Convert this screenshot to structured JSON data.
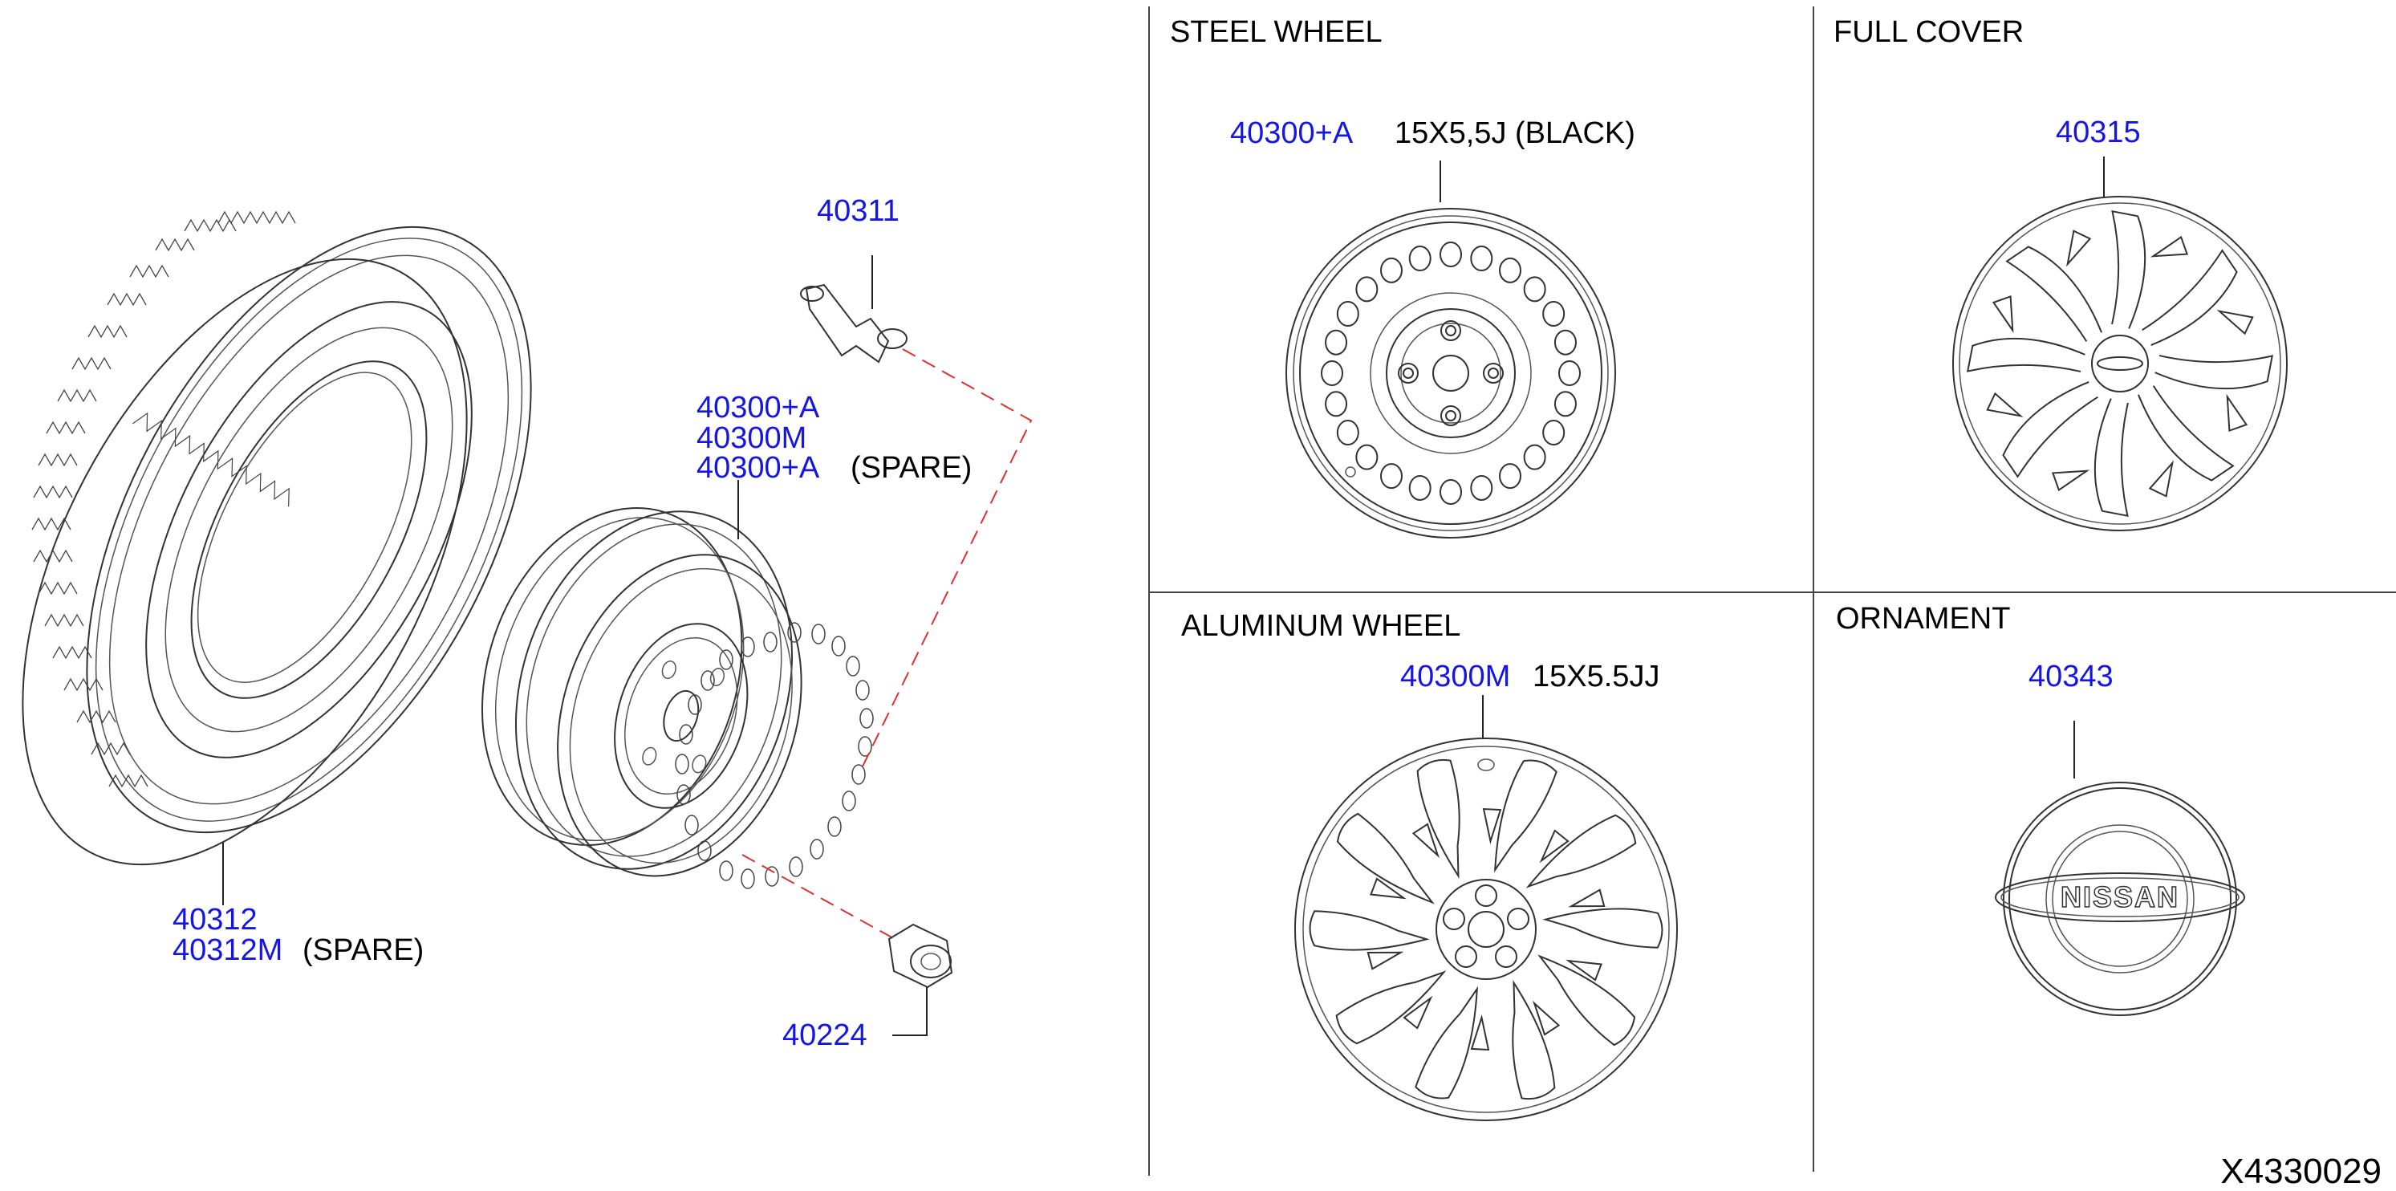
{
  "panels": {
    "steel_wheel": {
      "title": "STEEL WHEEL",
      "part": "40300+A",
      "spec": "15X5,5J (BLACK)"
    },
    "full_cover": {
      "title": "FULL COVER",
      "part": "40315"
    },
    "aluminum_wheel": {
      "title": "ALUMINUM WHEEL",
      "part": "40300M",
      "spec": "15X5.5JJ"
    },
    "ornament": {
      "title": "ORNAMENT",
      "part": "40343",
      "logo_text": "NISSAN"
    }
  },
  "exploded": {
    "valve": "40311",
    "wheel_parts": [
      "40300+A",
      "40300M",
      "40300+A"
    ],
    "wheel_spare_note": "(SPARE)",
    "tire_parts": [
      "40312",
      "40312M"
    ],
    "tire_spare_note": "(SPARE)",
    "nut": "40224"
  },
  "diagram_id": "X4330029",
  "colors": {
    "part_number": "#1515e6",
    "leader_dashed": "#e03030",
    "line": "#333333"
  }
}
